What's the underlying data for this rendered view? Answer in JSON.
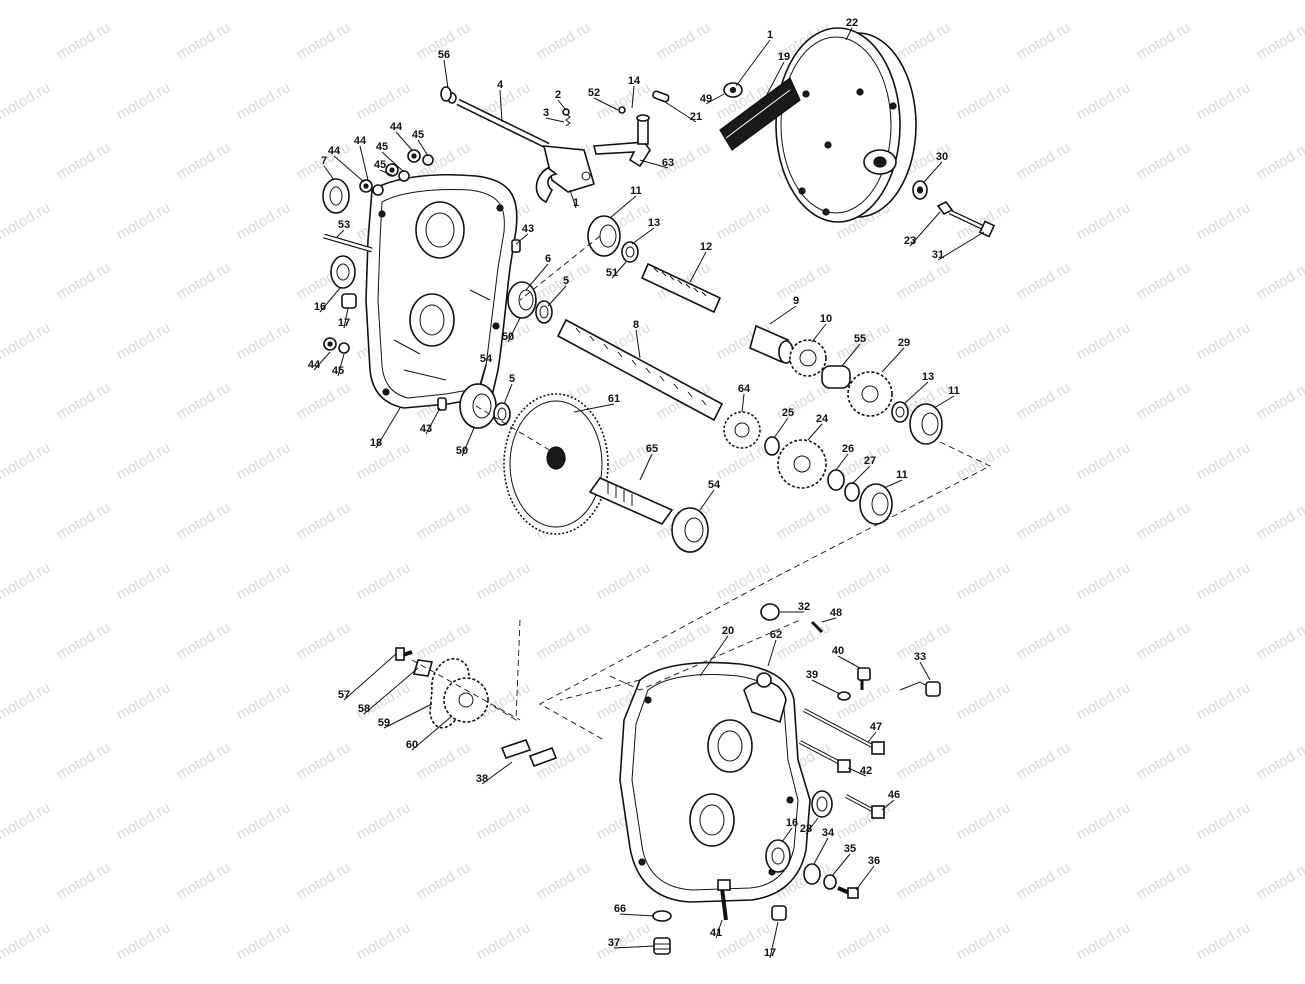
{
  "watermark": {
    "text": "motod.ru"
  },
  "labels": [
    {
      "id": "l1a",
      "text": "1"
    },
    {
      "id": "l1b",
      "text": "1"
    },
    {
      "id": "l2",
      "text": "2"
    },
    {
      "id": "l3",
      "text": "3"
    },
    {
      "id": "l4",
      "text": "4"
    },
    {
      "id": "l5a",
      "text": "5"
    },
    {
      "id": "l5b",
      "text": "5"
    },
    {
      "id": "l6",
      "text": "6"
    },
    {
      "id": "l7",
      "text": "7"
    },
    {
      "id": "l8",
      "text": "8"
    },
    {
      "id": "l9",
      "text": "9"
    },
    {
      "id": "l10",
      "text": "10"
    },
    {
      "id": "l11a",
      "text": "11"
    },
    {
      "id": "l11b",
      "text": "11"
    },
    {
      "id": "l11c",
      "text": "11"
    },
    {
      "id": "l12",
      "text": "12"
    },
    {
      "id": "l13a",
      "text": "13"
    },
    {
      "id": "l13b",
      "text": "13"
    },
    {
      "id": "l14",
      "text": "14"
    },
    {
      "id": "l16a",
      "text": "16"
    },
    {
      "id": "l16b",
      "text": "16"
    },
    {
      "id": "l17a",
      "text": "17"
    },
    {
      "id": "l17b",
      "text": "17"
    },
    {
      "id": "l18",
      "text": "18"
    },
    {
      "id": "l19",
      "text": "19"
    },
    {
      "id": "l20",
      "text": "20"
    },
    {
      "id": "l21",
      "text": "21"
    },
    {
      "id": "l22",
      "text": "22"
    },
    {
      "id": "l23",
      "text": "23"
    },
    {
      "id": "l24",
      "text": "24"
    },
    {
      "id": "l25",
      "text": "25"
    },
    {
      "id": "l26",
      "text": "26"
    },
    {
      "id": "l27",
      "text": "27"
    },
    {
      "id": "l28",
      "text": "28"
    },
    {
      "id": "l29",
      "text": "29"
    },
    {
      "id": "l30",
      "text": "30"
    },
    {
      "id": "l31",
      "text": "31"
    },
    {
      "id": "l32",
      "text": "32"
    },
    {
      "id": "l33",
      "text": "33"
    },
    {
      "id": "l34",
      "text": "34"
    },
    {
      "id": "l35",
      "text": "35"
    },
    {
      "id": "l36",
      "text": "36"
    },
    {
      "id": "l37",
      "text": "37"
    },
    {
      "id": "l38",
      "text": "38"
    },
    {
      "id": "l39",
      "text": "39"
    },
    {
      "id": "l40",
      "text": "40"
    },
    {
      "id": "l41",
      "text": "41"
    },
    {
      "id": "l42",
      "text": "42"
    },
    {
      "id": "l43a",
      "text": "43"
    },
    {
      "id": "l43b",
      "text": "43"
    },
    {
      "id": "l44a",
      "text": "44"
    },
    {
      "id": "l44b",
      "text": "44"
    },
    {
      "id": "l44c",
      "text": "44"
    },
    {
      "id": "l44d",
      "text": "44"
    },
    {
      "id": "l45a",
      "text": "45"
    },
    {
      "id": "l45b",
      "text": "45"
    },
    {
      "id": "l45c",
      "text": "45"
    },
    {
      "id": "l45d",
      "text": "45"
    },
    {
      "id": "l46",
      "text": "46"
    },
    {
      "id": "l47",
      "text": "47"
    },
    {
      "id": "l48",
      "text": "48"
    },
    {
      "id": "l49",
      "text": "49"
    },
    {
      "id": "l50a",
      "text": "50"
    },
    {
      "id": "l50b",
      "text": "50"
    },
    {
      "id": "l51",
      "text": "51"
    },
    {
      "id": "l52",
      "text": "52"
    },
    {
      "id": "l53",
      "text": "53"
    },
    {
      "id": "l54a",
      "text": "54"
    },
    {
      "id": "l54b",
      "text": "54"
    },
    {
      "id": "l55",
      "text": "55"
    },
    {
      "id": "l56",
      "text": "56"
    },
    {
      "id": "l57",
      "text": "57"
    },
    {
      "id": "l58",
      "text": "58"
    },
    {
      "id": "l59",
      "text": "59"
    },
    {
      "id": "l60",
      "text": "60"
    },
    {
      "id": "l61",
      "text": "61"
    },
    {
      "id": "l62",
      "text": "62"
    },
    {
      "id": "l63",
      "text": "63"
    },
    {
      "id": "l64",
      "text": "64"
    },
    {
      "id": "l65",
      "text": "65"
    },
    {
      "id": "l66",
      "text": "66"
    }
  ]
}
